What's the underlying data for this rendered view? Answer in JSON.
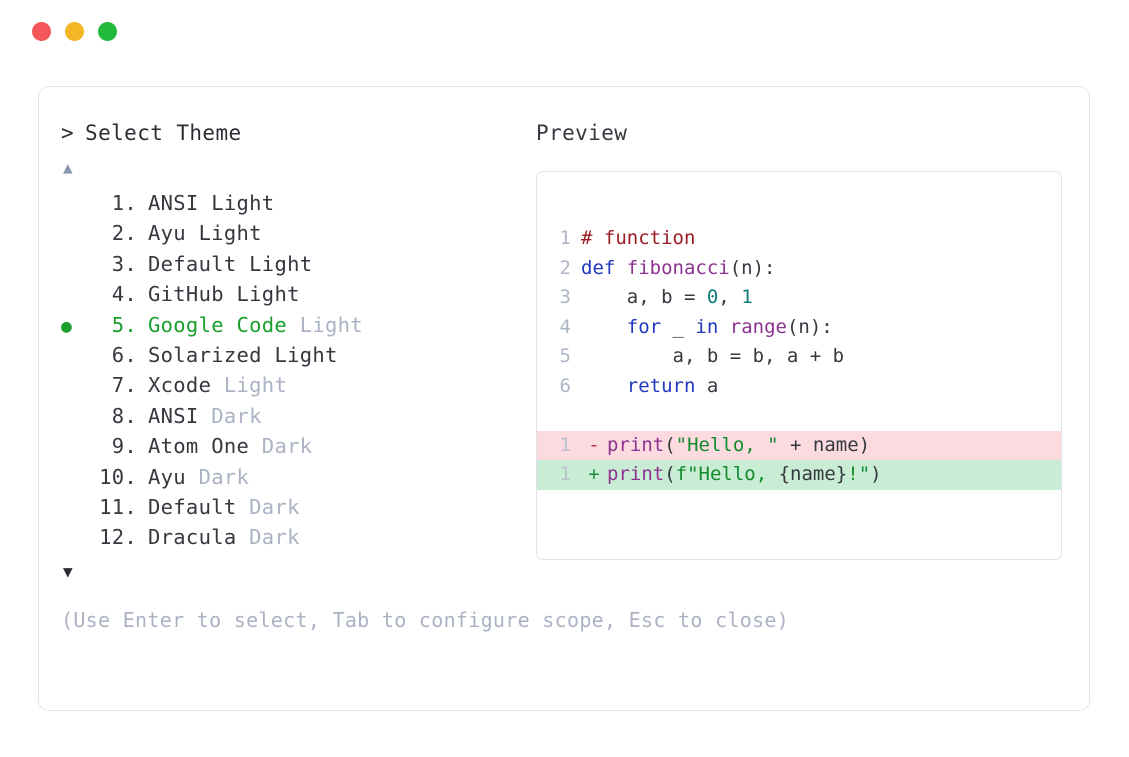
{
  "window": {
    "traffic_lights": [
      {
        "name": "close",
        "color": "#f4575a"
      },
      {
        "name": "minimize",
        "color": "#f5b625"
      },
      {
        "name": "maximize",
        "color": "#23b93c"
      }
    ]
  },
  "left": {
    "prompt_caret": ">",
    "title": "Select Theme",
    "scroll_up_icon": "▲",
    "scroll_down_icon": "▼",
    "selected_bullet": "●",
    "selected_index": 5,
    "items": [
      {
        "index": "1.",
        "name": "ANSI",
        "variant": "Light",
        "variant_muted": false,
        "selected": false
      },
      {
        "index": "2.",
        "name": "Ayu",
        "variant": "Light",
        "variant_muted": false,
        "selected": false
      },
      {
        "index": "3.",
        "name": "Default",
        "variant": "Light",
        "variant_muted": false,
        "selected": false
      },
      {
        "index": "4.",
        "name": "GitHub",
        "variant": "Light",
        "variant_muted": false,
        "selected": false
      },
      {
        "index": "5.",
        "name": "Google Code",
        "variant": "Light",
        "variant_muted": true,
        "selected": true
      },
      {
        "index": "6.",
        "name": "Solarized",
        "variant": "Light",
        "variant_muted": false,
        "selected": false
      },
      {
        "index": "7.",
        "name": "Xcode",
        "variant": "Light",
        "variant_muted": true,
        "selected": false
      },
      {
        "index": "8.",
        "name": "ANSI",
        "variant": "Dark",
        "variant_muted": true,
        "selected": false
      },
      {
        "index": "9.",
        "name": "Atom One",
        "variant": "Dark",
        "variant_muted": true,
        "selected": false
      },
      {
        "index": "10.",
        "name": "Ayu",
        "variant": "Dark",
        "variant_muted": true,
        "selected": false
      },
      {
        "index": "11.",
        "name": "Default",
        "variant": "Dark",
        "variant_muted": true,
        "selected": false
      },
      {
        "index": "12.",
        "name": "Dracula",
        "variant": "Dark",
        "variant_muted": true,
        "selected": false
      }
    ],
    "hint": "(Use Enter to select, Tab to configure scope, Esc to close)"
  },
  "right": {
    "label": "Preview",
    "code_lines": [
      {
        "n": "1",
        "tokens": [
          {
            "t": "# function",
            "c": "comment"
          }
        ]
      },
      {
        "n": "2",
        "tokens": [
          {
            "t": "def ",
            "c": "keyword"
          },
          {
            "t": "fibonacci",
            "c": "func"
          },
          {
            "t": "(n):",
            "c": "plain"
          }
        ]
      },
      {
        "n": "3",
        "tokens": [
          {
            "t": "    a, b = ",
            "c": "plain"
          },
          {
            "t": "0",
            "c": "num"
          },
          {
            "t": ", ",
            "c": "plain"
          },
          {
            "t": "1",
            "c": "num"
          }
        ]
      },
      {
        "n": "4",
        "tokens": [
          {
            "t": "    ",
            "c": "plain"
          },
          {
            "t": "for",
            "c": "keyword"
          },
          {
            "t": " _ ",
            "c": "plain"
          },
          {
            "t": "in",
            "c": "keyword"
          },
          {
            "t": " ",
            "c": "plain"
          },
          {
            "t": "range",
            "c": "func"
          },
          {
            "t": "(n):",
            "c": "plain"
          }
        ]
      },
      {
        "n": "5",
        "tokens": [
          {
            "t": "        a, b = b, a + b",
            "c": "plain"
          }
        ]
      },
      {
        "n": "6",
        "tokens": [
          {
            "t": "    ",
            "c": "plain"
          },
          {
            "t": "return",
            "c": "keyword"
          },
          {
            "t": " a",
            "c": "plain"
          }
        ]
      }
    ],
    "diff_lines": [
      {
        "n": "1",
        "sign": "-",
        "kind": "del",
        "tokens": [
          {
            "t": "print",
            "c": "func"
          },
          {
            "t": "(",
            "c": "plain"
          },
          {
            "t": "\"Hello, \"",
            "c": "str"
          },
          {
            "t": " + name)",
            "c": "plain"
          }
        ]
      },
      {
        "n": "1",
        "sign": "+",
        "kind": "add",
        "tokens": [
          {
            "t": "print",
            "c": "func"
          },
          {
            "t": "(",
            "c": "plain"
          },
          {
            "t": "f\"Hello, ",
            "c": "str"
          },
          {
            "t": "{name}",
            "c": "plain"
          },
          {
            "t": "!\"",
            "c": "str"
          },
          {
            "t": ")",
            "c": "plain"
          }
        ]
      }
    ]
  }
}
